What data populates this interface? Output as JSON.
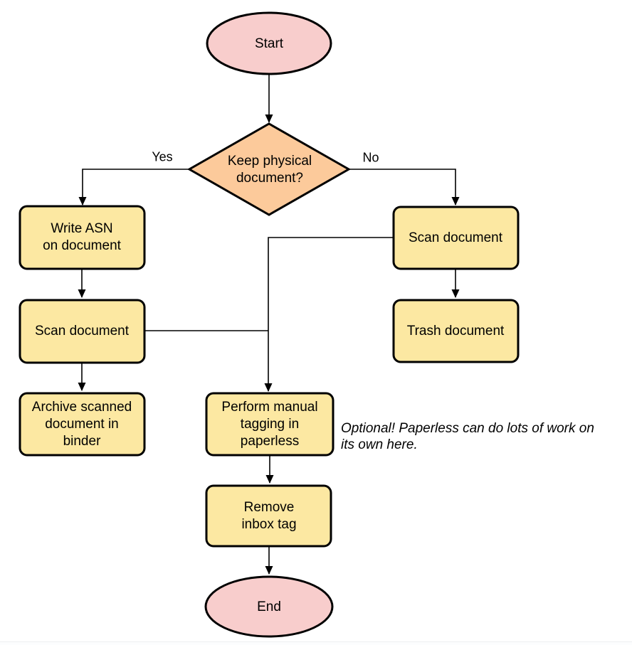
{
  "palette": {
    "terminator_fill": "#f8cdcc",
    "decision_fill": "#fcca9b",
    "process_fill": "#fce8a2",
    "stroke": "#000000"
  },
  "nodes": {
    "start": {
      "label": "Start",
      "shape": "terminator"
    },
    "decision": {
      "label": "Keep physical\ndocument?",
      "shape": "decision"
    },
    "write_asn": {
      "label": "Write ASN\non document",
      "shape": "process"
    },
    "scan_left": {
      "label": "Scan document",
      "shape": "process"
    },
    "archive": {
      "label": "Archive scanned\ndocument in\nbinder",
      "shape": "process"
    },
    "scan_right": {
      "label": "Scan document",
      "shape": "process"
    },
    "trash": {
      "label": "Trash document",
      "shape": "process"
    },
    "tagging": {
      "label": "Perform manual\ntagging in\npaperless",
      "shape": "process"
    },
    "remove_inbox": {
      "label": "Remove\ninbox tag",
      "shape": "process"
    },
    "end": {
      "label": "End",
      "shape": "terminator"
    }
  },
  "edge_labels": {
    "yes": "Yes",
    "no": "No"
  },
  "annotation": "Optional! Paperless can do lots of work on\nits own here."
}
